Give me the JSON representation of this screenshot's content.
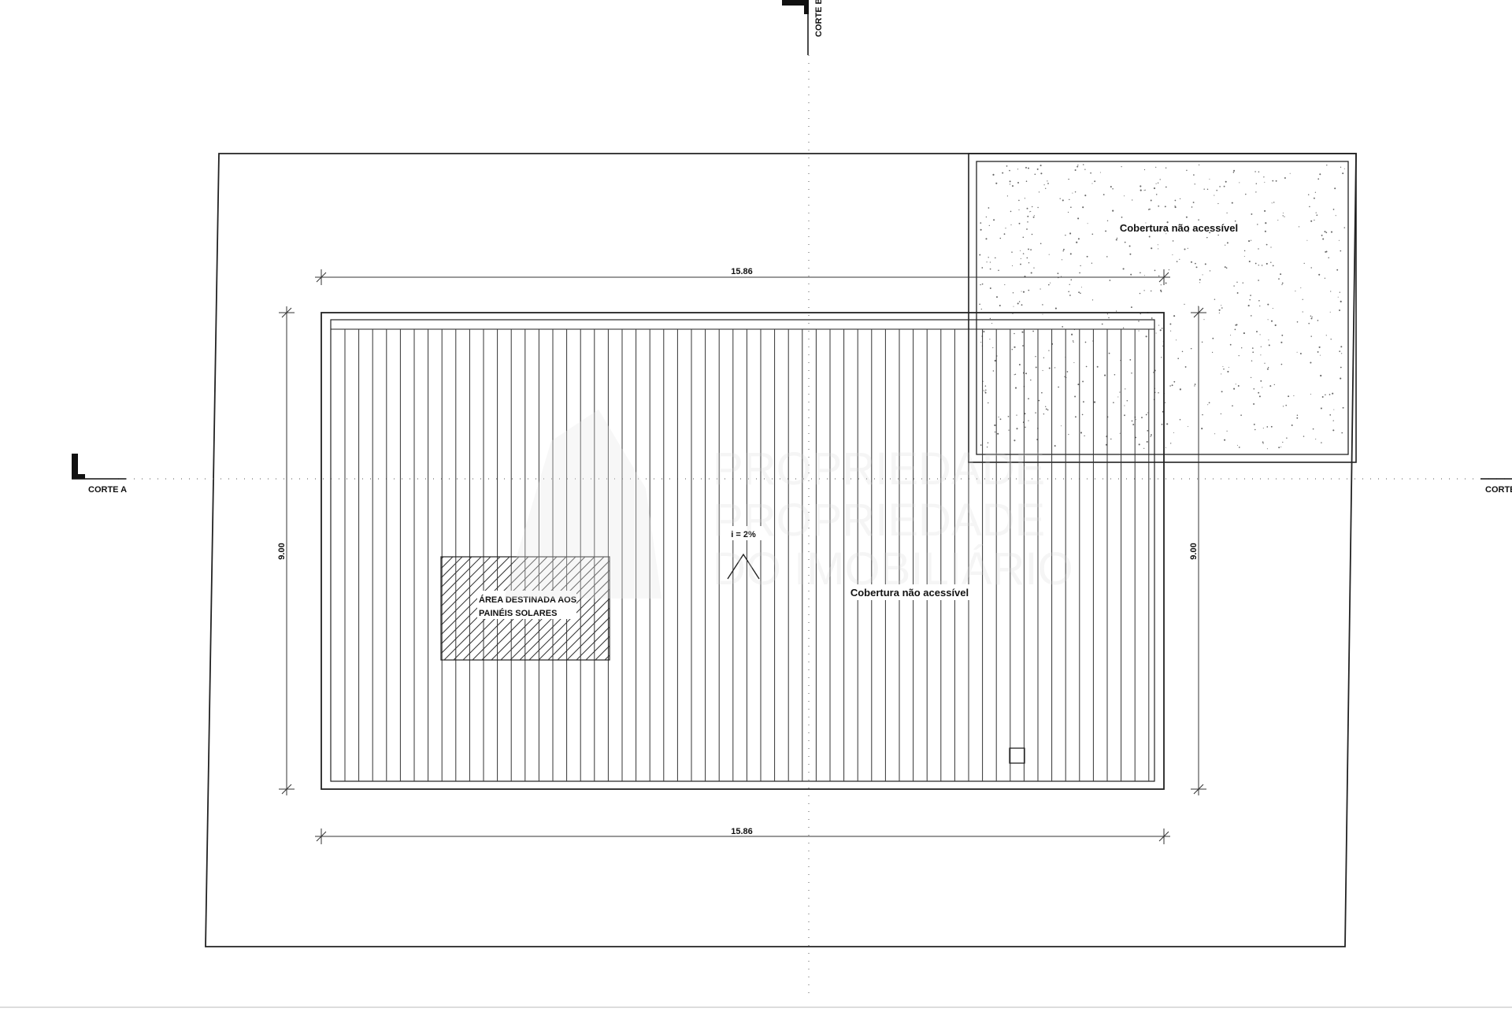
{
  "labels": {
    "roof_main": "Cobertura não acessível",
    "roof_annex": "Cobertura não acessível",
    "solar_line1": "ÁREA DESTINADA AOS",
    "solar_line2": "PAINÉIS SOLARES",
    "slope": "i = 2%"
  },
  "dimensions": {
    "width_top": "15.86",
    "width_bottom": "15.86",
    "height_left": "9.00",
    "height_right": "9.00"
  },
  "sections": {
    "a_left": "CORTE A",
    "a_right": "CORTE A",
    "b_top": "CORTE B"
  },
  "watermark": [
    "PROPRIEDADE",
    "PROPRIEDADE",
    "DO IMOBILIÁRIO"
  ],
  "colors": {
    "line": "#222222",
    "axis": "#777777",
    "watermark": "#d8d8d8"
  }
}
